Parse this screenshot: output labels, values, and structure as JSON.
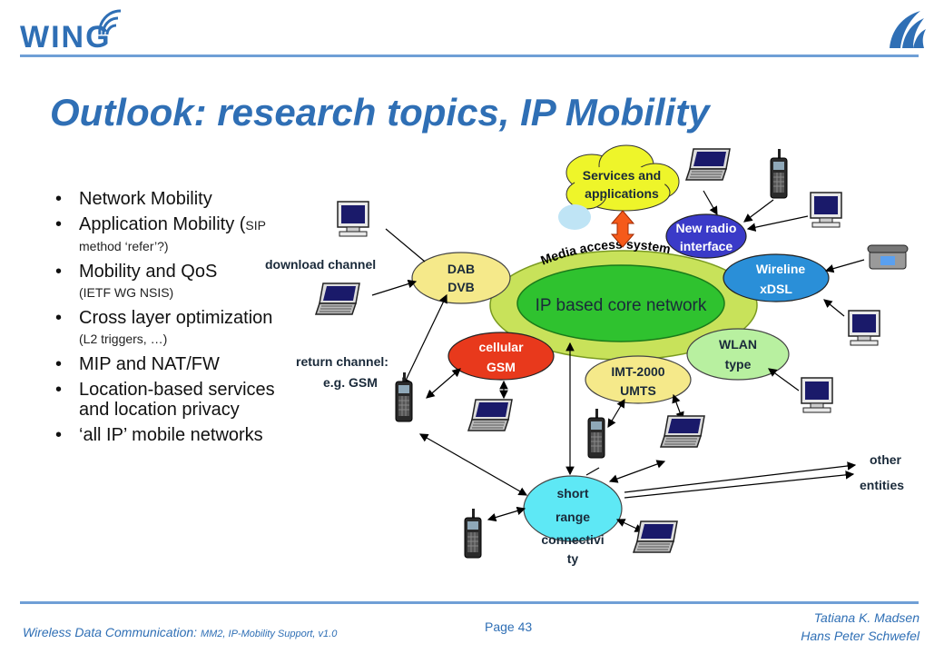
{
  "header": {
    "logo_text": "WING",
    "title": "Outlook: research topics, IP Mobility"
  },
  "bullets": [
    {
      "main": "Network Mobility",
      "sub": ""
    },
    {
      "main": "Application Mobility (",
      "sub": "SIP method ‘refer’?)"
    },
    {
      "main": "Mobility and QoS",
      "sub": "(IETF WG NSIS)"
    },
    {
      "main": "Cross layer optimization",
      "sub": "(L2 triggers, …)"
    },
    {
      "main": "MIP and NAT/FW",
      "sub": ""
    },
    {
      "main": "Location-based services and location privacy",
      "sub": ""
    },
    {
      "main": "‘all IP’ mobile networks",
      "sub": ""
    }
  ],
  "diagram": {
    "services": [
      "Services and",
      "applications"
    ],
    "core_network": "IP based core network",
    "media_access": "Media access system",
    "dab": [
      "DAB",
      "DVB"
    ],
    "new_radio": [
      "New radio",
      "interface"
    ],
    "wireline": [
      "Wireline",
      "xDSL"
    ],
    "cellular": [
      "cellular",
      "GSM"
    ],
    "imt": [
      "IMT-2000",
      "UMTS"
    ],
    "wlan": [
      "WLAN",
      "type"
    ],
    "short_range": [
      "short",
      "range",
      "connectivi",
      "ty"
    ],
    "download_channel": "download channel",
    "return_channel": [
      "return channel:",
      "e.g. GSM"
    ],
    "other_entities": [
      "other",
      "entities"
    ]
  },
  "footer": {
    "course": "Wireless Data Communication:",
    "module": "MM2, IP-Mobility Support,  v1.0",
    "page": "Page 43",
    "authors": [
      "Tatiana  K.  Madsen",
      "Hans  Peter  Schwefel"
    ]
  },
  "colors": {
    "accent": "#2f6fb5",
    "core_green": "#c8e25a",
    "dab_yellow": "#f5e98a",
    "cellular_red": "#e8391c",
    "wlan_green": "#b8f0a0",
    "wireline_blue": "#2a8fd8",
    "new_radio_blue": "#3a3ac8",
    "short_range_cyan": "#5ee8f5"
  },
  "icons": [
    "wing-signal-icon",
    "aalborg-logo-icon",
    "desktop-computer-icon",
    "laptop-icon",
    "mobile-phone-icon",
    "telephone-icon"
  ]
}
